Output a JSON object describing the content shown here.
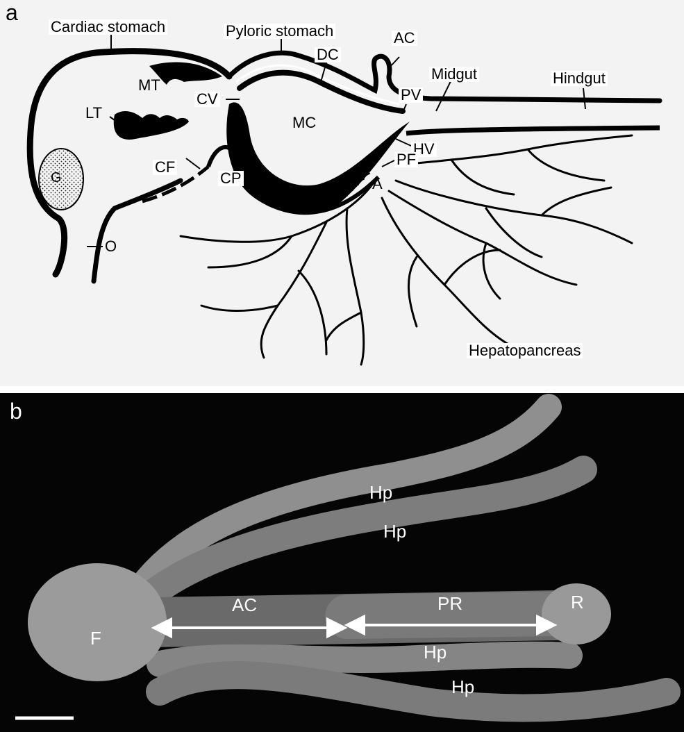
{
  "panels": {
    "a": "a",
    "b": "b"
  },
  "panel_a": {
    "labels": {
      "cardiac_stomach": "Cardiac stomach",
      "pyloric_stomach": "Pyloric stomach",
      "dc": "DC",
      "ac": "AC",
      "midgut": "Midgut",
      "hindgut": "Hindgut",
      "mt": "MT",
      "cv": "CV",
      "pv": "PV",
      "lt": "LT",
      "mc": "MC",
      "hv": "HV",
      "pf": "PF",
      "g": "G",
      "cf": "CF",
      "cp": "CP",
      "a": "A",
      "o": "O",
      "hepatopancreas": "Hepatopancreas"
    }
  },
  "panel_b": {
    "labels": {
      "hp_1": "Hp",
      "hp_2": "Hp",
      "ac": "AC",
      "pr": "PR",
      "r": "R",
      "f": "F",
      "hp_3": "Hp",
      "hp_4": "Hp"
    }
  },
  "colors": {
    "panel_a_bg": "#f3f3f3",
    "panel_b_bg": "#050505",
    "tissue": "#8a8a8a"
  }
}
